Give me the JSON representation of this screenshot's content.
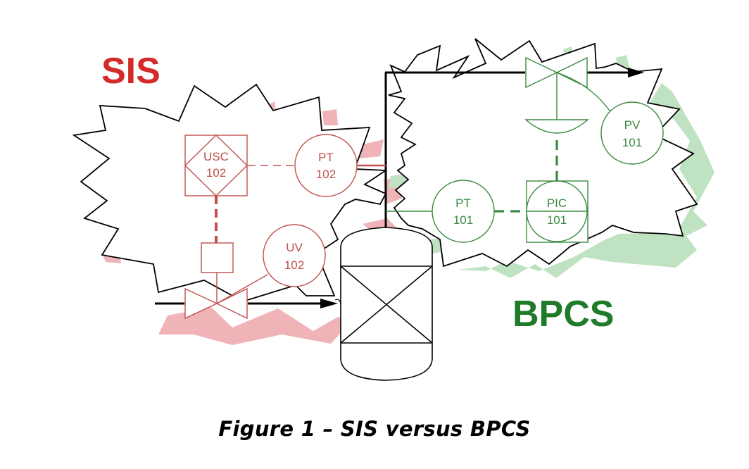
{
  "figure": {
    "caption": "Figure 1 – SIS versus BPCS"
  },
  "zones": {
    "sis": {
      "label": "SIS",
      "color": "#d42a2a",
      "shadow": "#f0b3b8"
    },
    "bpcs": {
      "label": "BPCS",
      "color": "#1f7a2a",
      "shadow": "#bfe3c2"
    }
  },
  "colors": {
    "sis_instrument": "#c0504d",
    "bpcs_instrument": "#3a8a3f",
    "process_line": "#000000",
    "cloud_outline": "#000000"
  },
  "instruments": {
    "usc102": {
      "tag": "USC",
      "loop": "102"
    },
    "pt102": {
      "tag": "PT",
      "loop": "102"
    },
    "uv102": {
      "tag": "UV",
      "loop": "102"
    },
    "pt101": {
      "tag": "PT",
      "loop": "101"
    },
    "pic101": {
      "tag": "PIC",
      "loop": "101"
    },
    "pv101": {
      "tag": "PV",
      "loop": "101"
    }
  },
  "equipment": {
    "vessel": "reactor-vessel"
  }
}
